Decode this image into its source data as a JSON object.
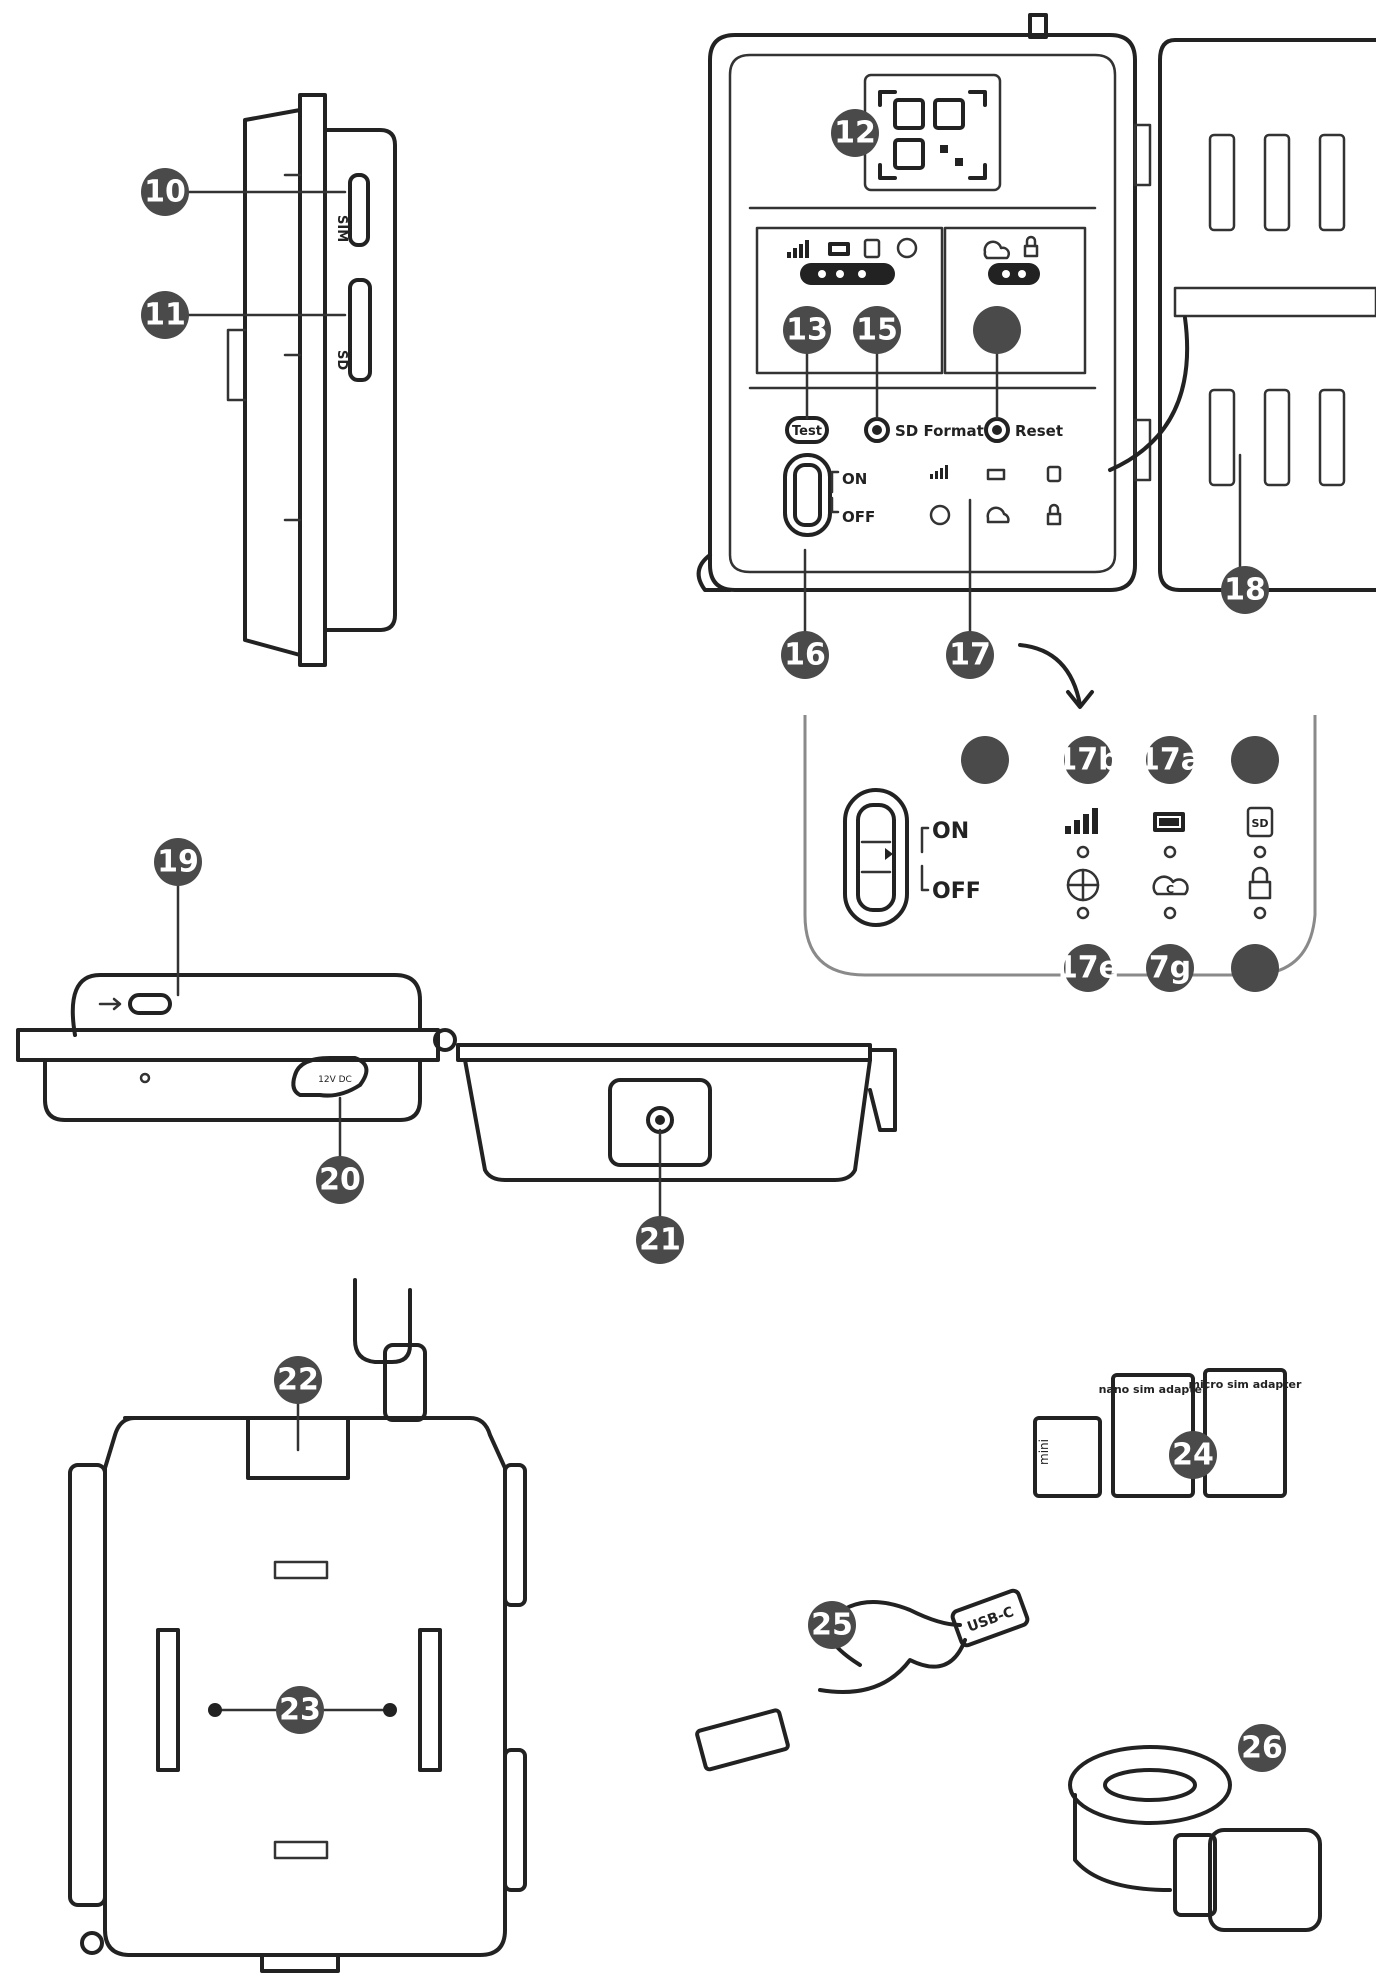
{
  "callouts": {
    "c10": "10",
    "c11": "11",
    "c12": "12",
    "c13": "13",
    "c15": "15",
    "c16": "16",
    "c17": "17",
    "c18": "18",
    "c17b": "17b",
    "c17a": "17a",
    "c17e": "17e",
    "c17g": "7g",
    "c19": "19",
    "c20": "20",
    "c21": "21",
    "c22": "22",
    "c23": "23",
    "c24": "24",
    "c25": "25",
    "c26": "26"
  },
  "side_labels": {
    "sim": "SIM",
    "sd": "SD"
  },
  "panel": {
    "test": "Test",
    "sd_format": "SD Format",
    "reset": "Reset",
    "on": "ON",
    "off": "OFF",
    "sd_icon_text": "SD",
    "cloud_icon_text": "C"
  },
  "bottom": {
    "dc_label": "12V DC"
  },
  "sim_cards": {
    "mini": "mini",
    "nano": "nano sim adapter",
    "micro": "micro sim adapter"
  },
  "cable": {
    "usb_c": "USB-C"
  }
}
